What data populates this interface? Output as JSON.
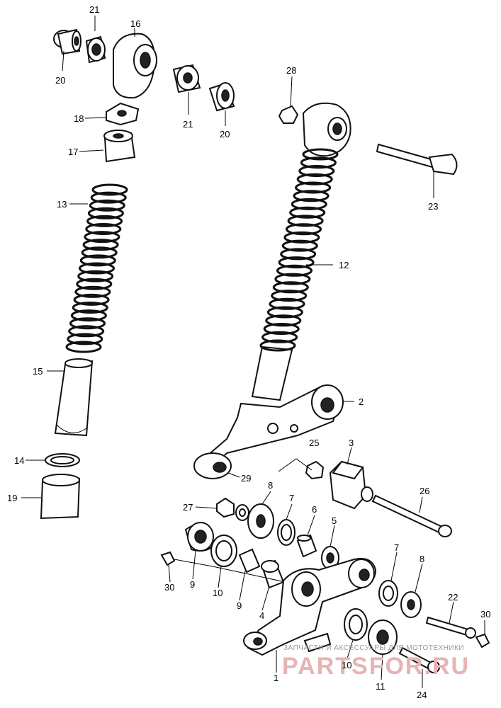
{
  "labels": {
    "p1": "1",
    "p2": "2",
    "p3": "3",
    "p4": "4",
    "p5": "5",
    "p6": "6",
    "p7a": "7",
    "p7b": "7",
    "p8a": "8",
    "p8b": "8",
    "p9a": "9",
    "p9b": "9",
    "p10a": "10",
    "p10b": "10",
    "p11": "11",
    "p12": "12",
    "p13": "13",
    "p14": "14",
    "p15": "15",
    "p16": "16",
    "p17": "17",
    "p18": "18",
    "p19": "19",
    "p20a": "20",
    "p20b": "20",
    "p21a": "21",
    "p21b": "21",
    "p22": "22",
    "p23": "23",
    "p24": "24",
    "p25": "25",
    "p26": "26",
    "p27": "27",
    "p28": "28",
    "p29": "29",
    "p30a": "30",
    "p30b": "30"
  },
  "watermark": {
    "line1": "ЗАПЧАСТИ И АКСЕССУАРЫ ДЛЯ МОТОТЕХНИКИ",
    "line2": "PARTSFOR.RU"
  }
}
